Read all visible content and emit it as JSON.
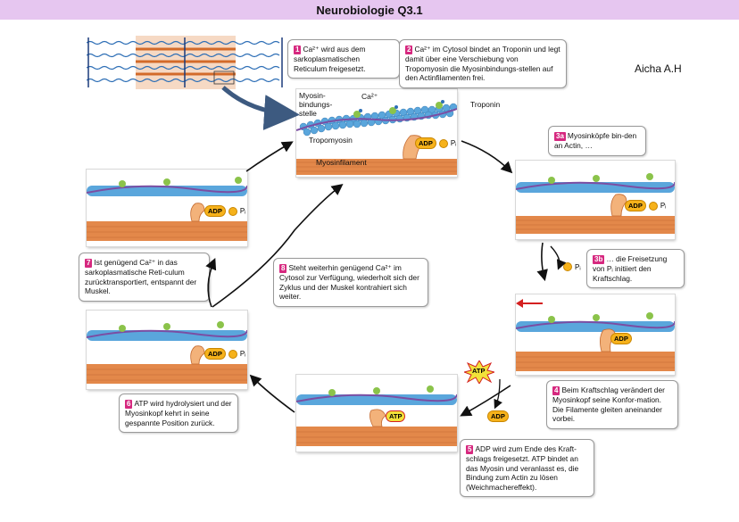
{
  "header": {
    "title": "Neurobiologie Q3.1"
  },
  "author": "Aicha A.H",
  "labels": {
    "myosin_binding": "Myosin-\nbindungs-\nstelle",
    "ca": "Ca²⁺",
    "troponin": "Troponin",
    "tropomyosin": "Tropomyosin",
    "myosinfilament": "Myosinfilament",
    "adp": "ADP",
    "pi": "Pᵢ",
    "atp": "ATP"
  },
  "steps": [
    {
      "num": "1",
      "text": "Ca²⁺ wird aus dem sarkoplasmatischen Reticulum freigesetzt."
    },
    {
      "num": "2",
      "text": "Ca²⁺ im Cytosol bindet an Troponin und legt damit über eine Verschiebung von Tropomyosin die Myosinbindungs-stellen auf den Actinfilamenten frei."
    },
    {
      "num": "3a",
      "text": "Myosinköpfe bin-den an Actin, …"
    },
    {
      "num": "3b",
      "text": "… die Freisetzung von Pᵢ initiiert den Kraftschlag."
    },
    {
      "num": "4",
      "text": "Beim Kraftschlag verändert der Myosinkopf seine Konfor-mation. Die Filamente gleiten aneinander vorbei."
    },
    {
      "num": "5",
      "text": "ADP wird zum Ende des Kraft-schlags freigesetzt. ATP bindet an das Myosin und veranlasst es, die Bindung zum Actin zu lösen (Weichmachereffekt)."
    },
    {
      "num": "6",
      "text": "ATP wird hydrolysiert und der Myosinkopf kehrt in seine gespannte Position zurück."
    },
    {
      "num": "7",
      "text": "Ist genügend Ca²⁺ in das sarkoplasmatische Reti-culum zurücktransportiert, entspannt der Muskel."
    },
    {
      "num": "8",
      "text": "Steht weiterhin genügend Ca²⁺ im Cytosol zur Verfügung, wiederholt sich der Zyklus und der Muskel kontrahiert sich weiter."
    }
  ],
  "colors": {
    "header_bg": "#e6c6f0",
    "step_number": "#d6287f",
    "actin": "#5aa6dc",
    "myosin": "#e3884a",
    "tropomyosin": "#7b4ea3",
    "troponin": "#8bc34a",
    "phosphate": "#f6b21b"
  }
}
